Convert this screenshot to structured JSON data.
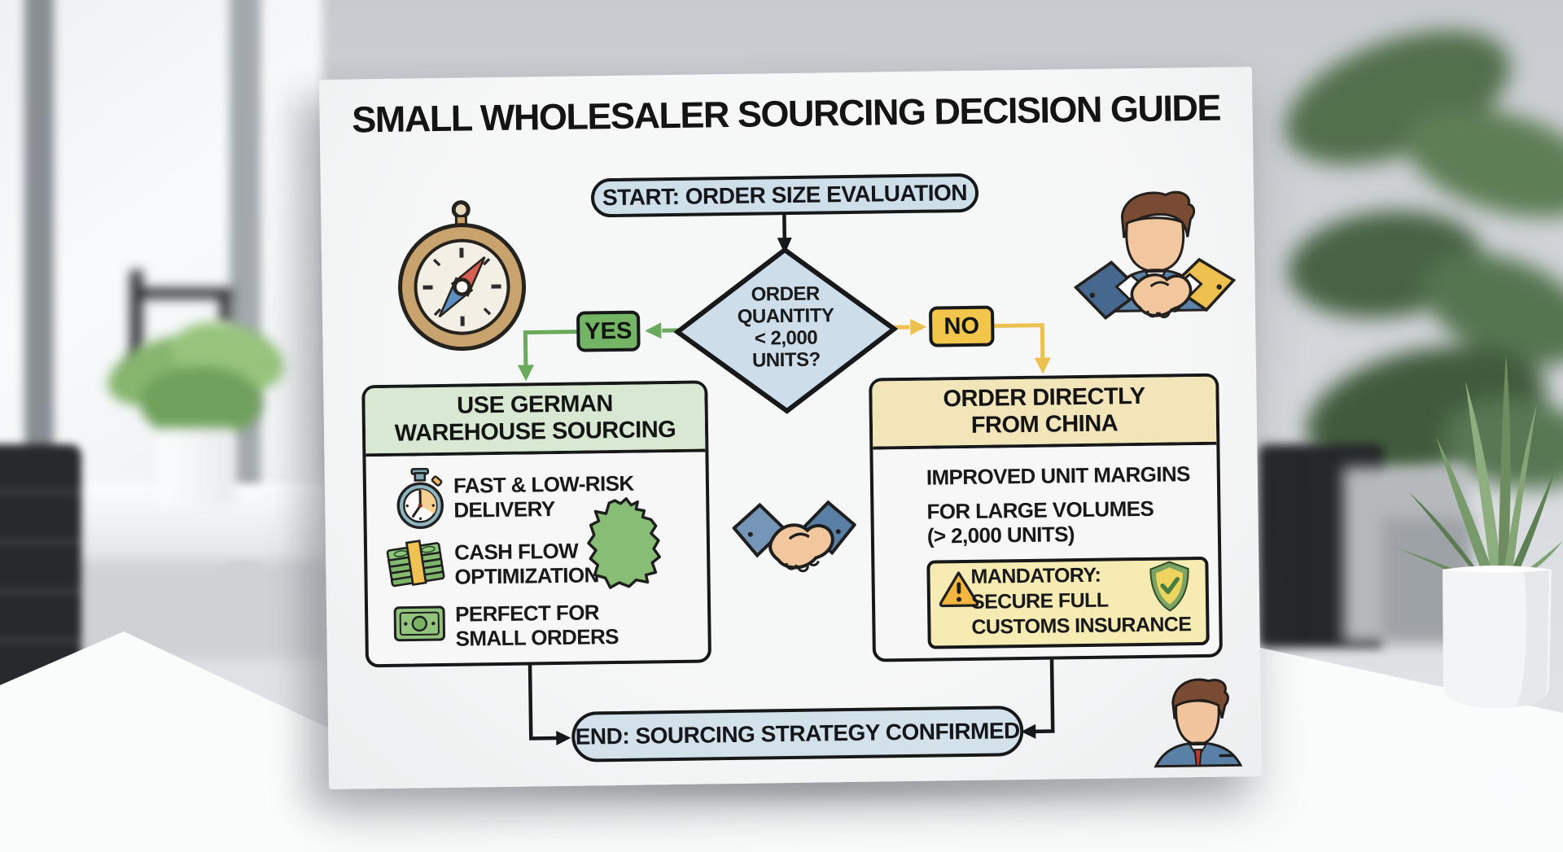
{
  "colors": {
    "poster_bg": "#f2f3f4",
    "node_blue": "#cfdfe9",
    "diamond_blue": "#cddde9",
    "yes_green": "#74b465",
    "arrow_green": "#69aa5c",
    "left_header_green": "#d8e8d2",
    "no_yellow": "#f2c54b",
    "arrow_yellow": "#ecc14f",
    "right_header_tan": "#f1e5b9",
    "mandatory_yellow": "#f6ecb3",
    "outline_black": "#17181a"
  },
  "poster": {
    "title": "SMALL WHOLESALER SOURCING DECISION GUIDE",
    "flow": {
      "start_label": "START: ORDER SIZE EVALUATION",
      "decision_lines": [
        "ORDER",
        "QUANTITY",
        "< 2,000",
        "UNITS?"
      ],
      "yes_label": "YES",
      "no_label": "NO",
      "end_label": "END: SOURCING STRATEGY CONFIRMED",
      "left_box": {
        "header_lines": [
          "USE GERMAN",
          "WAREHOUSE SOURCING"
        ],
        "items": [
          {
            "icon": "stopwatch-icon",
            "lines": [
              "FAST & LOW-RISK",
              "DELIVERY"
            ]
          },
          {
            "icon": "cash-stack-icon",
            "lines": [
              "CASH FLOW",
              "OPTIMIZATION"
            ]
          },
          {
            "icon": "banknote-icon",
            "lines": [
              "PERFECT FOR",
              "SMALL ORDERS"
            ]
          }
        ]
      },
      "right_box": {
        "header_lines": [
          "ORDER DIRECTLY",
          "FROM CHINA"
        ],
        "items": [
          {
            "lines": [
              "IMPROVED UNIT MARGINS"
            ]
          },
          {
            "lines": [
              "FOR LARGE VOLUMES",
              "(> 2,000 UNITS)"
            ]
          }
        ],
        "mandatory_lines": [
          "MANDATORY:",
          "SECURE FULL",
          "CUSTOMS INSURANCE"
        ]
      }
    },
    "decorative_icons": [
      "compass-icon",
      "businessman-handshake-icon",
      "handshake-icon",
      "germany-map-icon",
      "businessman-icon",
      "sparkle-icon"
    ]
  }
}
